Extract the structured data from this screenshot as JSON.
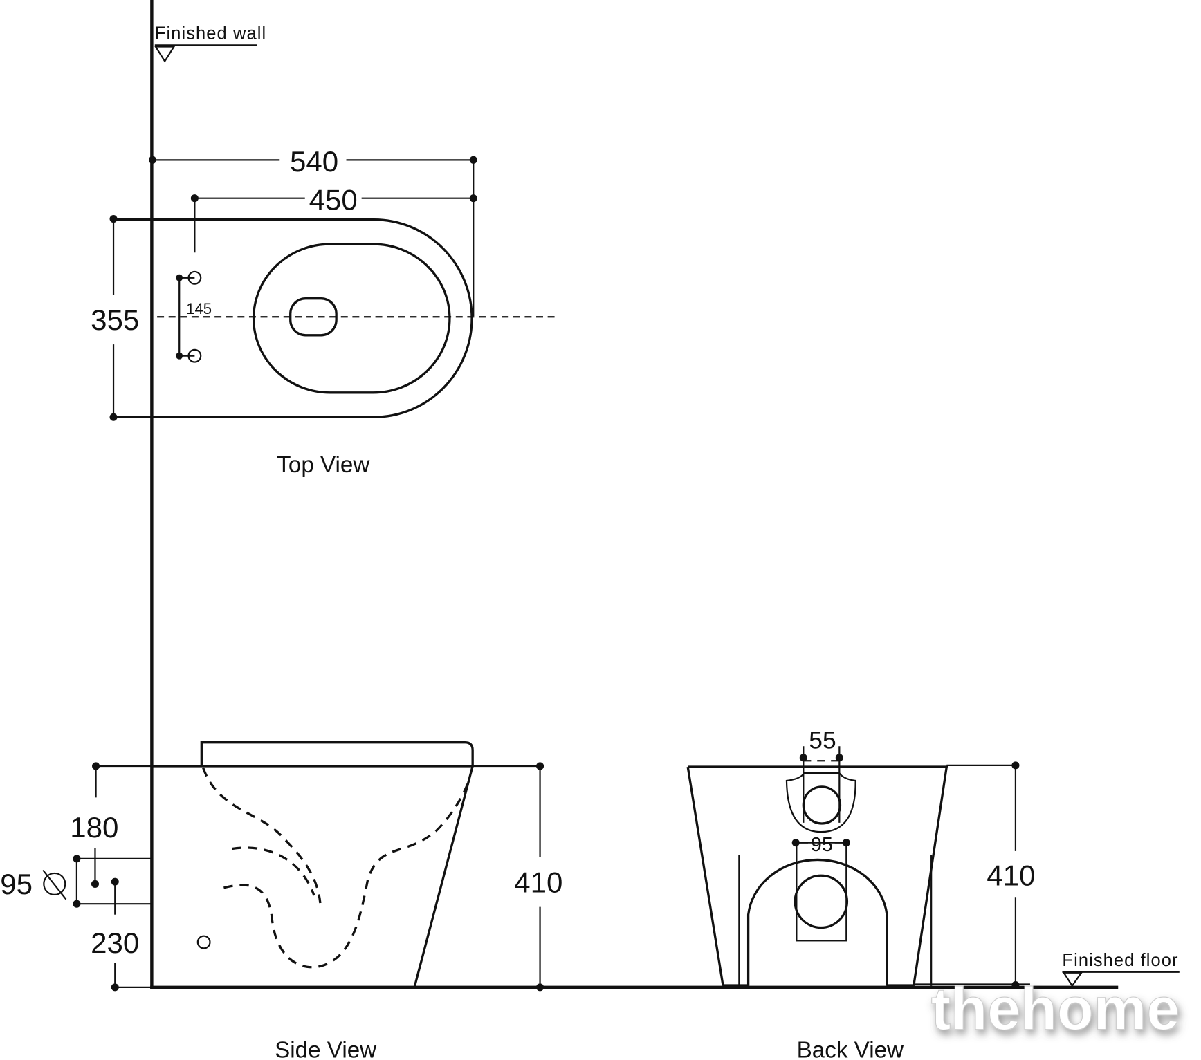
{
  "labels": {
    "finished_wall": "Finished wall",
    "finished_floor": "Finished floor",
    "top_view": "Top View",
    "side_view": "Side View",
    "back_view": "Back View"
  },
  "top_view": {
    "overall_length": "540",
    "body_length": "450",
    "width": "355",
    "bolt_spacing": "145"
  },
  "side_view": {
    "height": "410",
    "outlet_top": "180",
    "outlet_diameter": "95",
    "outlet_bottom": "230"
  },
  "back_view": {
    "inlet_width": "55",
    "outlet_width": "95",
    "height": "410"
  },
  "watermark": "thehome"
}
